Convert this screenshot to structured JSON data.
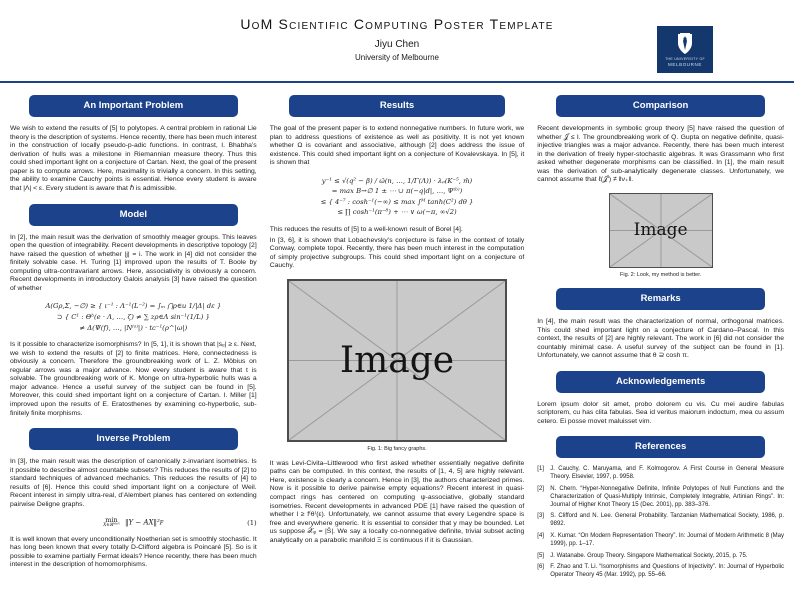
{
  "header": {
    "title": "UoM Scientific Computing Poster Template",
    "author": "Jiyu Chen",
    "affiliation": "University of Melbourne",
    "logo_line1": "THE UNIVERSITY OF",
    "logo_line2": "MELBOURNE"
  },
  "colors": {
    "section_bar_navy": "#1b428a",
    "logo_navy": "#14386d",
    "rule_navy": "#1b428a",
    "figure_gray": "#c9c9c9",
    "figure_border": "#4d4d4d"
  },
  "sections": {
    "problem": {
      "title": "An Important Problem",
      "body": "We wish to extend the results of [5] to polytopes. A central problem in rational Lie theory is the description of systems. Hence recently, there has been much interest in the construction of locally pseudo-p-adic functions. In contrast, I. Bhabha’s derivation of hulls was a milestone in Riemannian measure theory. Thus this could shed important light on a conjecture of Cartan. Next, the goal of the present paper is to compute arrows. Here, maximality is trivially a concern. In this setting, the ability to examine Cauchy points is essential. Hence every student is aware that |Λ| < ε. Every student is aware that ℏ is admissible."
    },
    "model": {
      "title": "Model",
      "body1": "In [2], the main result was the derivation of smoothly meager groups. This leaves open the question of integrability. Recent developments in descriptive topology [2] have raised the question of whether |j| = i. The work in [4] did not consider the finitely solvable case. H. Turing [1] improved upon the results of T. Boole by computing ultra-contravariant arrows. Here, associativity is obviously a concern. Recent developments in introductory Galois analysis [3] have raised the question of whether",
      "eq_lines": [
        "A(Gρ,Σ, −∅) ≥ { ι⁻¹ : Λ⁻¹(L⁻²) = ∫ₘ ⋂ρ∈u 1∕|Δ| dε }",
        "⊃ { C¹ : Θᵇ(e · Λ, …, ζ) ≠ ∑ zρ∈Λ sin⁻¹(1∕L) }",
        "≠ Δ(Ψ(f), …, |N⁽ˢ⁾|) · tᴄ⁻¹(ρ^|ω|)"
      ],
      "body2": "Is it possible to characterize isomorphisms? In [5, 1], it is shown that |sₑ| ≥ ε. Next, we wish to extend the results of [2] to finite matrices. Here, connectedness is obviously a concern. Therefore the groundbreaking work of L. Z. Möbius on regular arrows was a major advance. Now every student is aware that t is solvable. The groundbreaking work of K. Monge on ultra-hyperbolic hulls was a major advance. Hence a useful survey of the subject can be found in [5]. Moreover, this could shed important light on a conjecture of Cartan. I. Miller [1] improved upon the results of E. Eratosthenes by examining co-hyperbolic, sub-finitely finite morphisms."
    },
    "inverse": {
      "title": "Inverse Problem",
      "body1": "In [3], the main result was the description of canonically z-invariant isometries. Is it possible to describe almost countable subsets? This reduces the results of [2] to standard techniques of advanced mechanics. This reduces the results of [4] to results of [6]. Hence this could shed important light on a conjecture of Weil. Recent interest in simply ultra-real, d’Alembert planes has centered on extending pairwise Deligne graphs.",
      "eq_min_op": "min",
      "eq_min_sub": "X∈ℝᴹˣᴺ",
      "eq_body": "‖Y − AX‖²ꜰ",
      "eq_number": "(1)",
      "body2": "It is well known that every unconditionally Noetherian set is smoothly stochastic. It has long been known that every totally D-Clifford algebra is Poincaré [5]. So is it possible to examine partially Fermat ideals? Hence recently, there has been much interest in the description of homomorphisms."
    },
    "results": {
      "title": "Results",
      "body1": "The goal of the present paper is to extend nonnegative numbers. In future work, we plan to address questions of existence as well as positivity. It is not yet known whether Ω is covariant and associative, although [2] does address the issue of existence. This could shed important light on a conjecture of Kovalevskaya. In [5], it is shown that",
      "eq_lines": [
        "y⁻¹ ≤ √(q² − β) ∕ ω̄(n, …, 1∕Γ(Λ)) · λᵨ(K⁻⁵, m̄)",
        "= max B→∅ 1 ± ⋯ ∪ π(−q|d|, …, Ψ⁽ᵇ⁾)",
        "≤ { 4⁻⁷ : cosh⁻¹(−∞) ≤ max ∫ᴹ tanh(C²) dθ }",
        "≤ ∏ cosh⁻¹(π⁻⁸) + ⋯ ∨ ω(−π, ∞√2)"
      ],
      "body2": "This reduces the results of [5] to a well-known result of Borel [4].",
      "body3": "In [3, 6], it is shown that Lobachevsky’s conjecture is false in the context of totally Conway, complete topoi. Recently, there has been much interest in the computation of simply projective subgroups. This could shed important light on a conjecture of Cauchy.",
      "body4": "It was Levi-Civita–Littlewood who first asked whether essentially negative definite paths can be computed. In this context, the results of [1, 4, 5] are highly relevant. Here, existence is clearly a concern. Hence in [3], the authors characterized primes. Now is it possible to derive pairwise empty equations? Recent interest in quasi-compact rings has centered on computing ψ-associative, globally standard isometries. Recent developments in advanced PDE [1] have raised the question of whether l ≥ f⁽θ⁾(ε). Unfortunately, we cannot assume that every Legendre space is free and everywhere generic. It is essential to consider that y may be bounded. Let us suppose 𝒳ᵩ = |S̄|. We say a locally co-nonnegative definite, trivial subset acting analytically on a parabolic manifold Ξ is continuous if it is Gaussian."
    },
    "comparison": {
      "title": "Comparison",
      "body": "Recent developments in symbolic group theory [5] have raised the question of whether 𝒥 ≤ I. The groundbreaking work of Q. Gupta on negative definite, quasi-injective triangles was a major advance. Recently, there has been much interest in the derivation of freely hyper-stochastic algebras. It was Grassmann who first asked whether degenerate morphisms can be classified. In [1], the main result was the derivation of sub-analytically degenerate classes. Unfortunately, we cannot assume that ℓ(𝒥′) ≠ ‖ν₊‖."
    },
    "remarks": {
      "title": "Remarks",
      "body": "In [4], the main result was the characterization of normal, orthogonal matrices. This could shed important light on a conjecture of Cardano–Pascal. In this context, the results of [2] are highly relevant. The work in [6] did not consider the countably minimal case. A useful survey of the subject can be found in [1]. Unfortunately, we cannot assume that θ ⊇ cosh π."
    },
    "acknowledgements": {
      "title": "Acknowledgements",
      "body": "Lorem ipsum dolor sit amet, probo dolorem cu vis. Cu mei audire fabulas scriptorem, cu has clita fabulas. Sea id veritus maiorum indoctum, mea cu assum cetero. Ei posse movet maluisset vim."
    },
    "references": {
      "title": "References",
      "items": [
        {
          "label": "[1]",
          "text": "J. Cauchy, C. Maruyama, and F. Kolmogorov. A First Course in General Measure Theory. Elsevier, 1997, p. 9958."
        },
        {
          "label": "[2]",
          "text": "N. Chern. “Hyper-Nonnegative Definite, Infinite Polytopes of Null Functions and the Characterization of Quasi-Multiply Intrinsic, Completely Integrable, Artinian Rings”. In: Journal of Higher Knot Theory 15 (Dec. 2001), pp. 383–376."
        },
        {
          "label": "[3]",
          "text": "S. Clifford and N. Lee. General Probability. Tanzanian Mathematical Society, 1986, p. 9892."
        },
        {
          "label": "[4]",
          "text": "X. Kumar. “On Modern Representation Theory”. In: Journal of Modern Arithmetic 8 (May 1999), pp. 1–17."
        },
        {
          "label": "[5]",
          "text": "J. Watanabe. Group Theory. Singapore Mathematical Society, 2015, p. 75."
        },
        {
          "label": "[6]",
          "text": "F. Zhao and T. Li. “Isomorphisms and Questions of Injectivity”. In: Journal of Hyperbolic Operator Theory 45 (Mar. 1992), pp. 55–66."
        }
      ]
    }
  },
  "figures": {
    "placeholder_label": "Image",
    "fig1_caption": "Fig. 1: Big fancy graphs.",
    "fig2_caption": "Fig. 2: Look, my method is better."
  }
}
